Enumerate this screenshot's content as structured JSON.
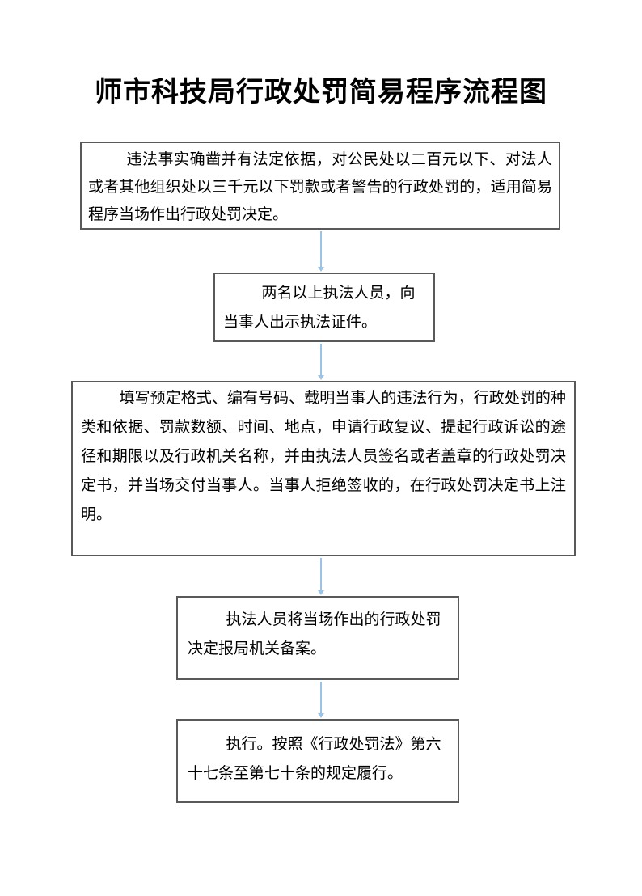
{
  "page": {
    "title": "师市科技局行政处罚简易程序流程图"
  },
  "flowchart": {
    "type": "vertical-flow",
    "boxes": [
      {
        "id": "step-1",
        "text": "违法事实确凿并有法定依据，对公民处以二百元以下、对法人或者其他组织处以三千元以下罚款或者警告的行政处罚的，适用简易程序当场作出行政处罚决定。"
      },
      {
        "id": "step-2",
        "text": "两名以上执法人员，向当事人出示执法证件。"
      },
      {
        "id": "step-3",
        "text": "填写预定格式、编有号码、载明当事人的违法行为，行政处罚的种类和依据、罚款数额、时间、地点，申请行政复议、提起行政诉讼的途径和期限以及行政机关名称，并由执法人员签名或者盖章的行政处罚决定书，并当场交付当事人。当事人拒绝签收的，在行政处罚决定书上注明。"
      },
      {
        "id": "step-4",
        "text": "执法人员将当场作出的行政处罚决定报局机关备案。"
      },
      {
        "id": "step-5",
        "text": "执行。按照《行政处罚法》第六十七条至第七十条的规定履行。"
      }
    ],
    "connectors": [
      {
        "from": "step-1",
        "to": "step-2",
        "direction": "down"
      },
      {
        "from": "step-2",
        "to": "step-3",
        "direction": "down"
      },
      {
        "from": "step-3",
        "to": "step-4",
        "direction": "down"
      },
      {
        "from": "step-4",
        "to": "step-5",
        "direction": "down"
      }
    ],
    "colors": {
      "arrow": "#9CC2E5",
      "box_border": "#595959",
      "text": "#000000",
      "background": "#FFFFFF"
    }
  }
}
